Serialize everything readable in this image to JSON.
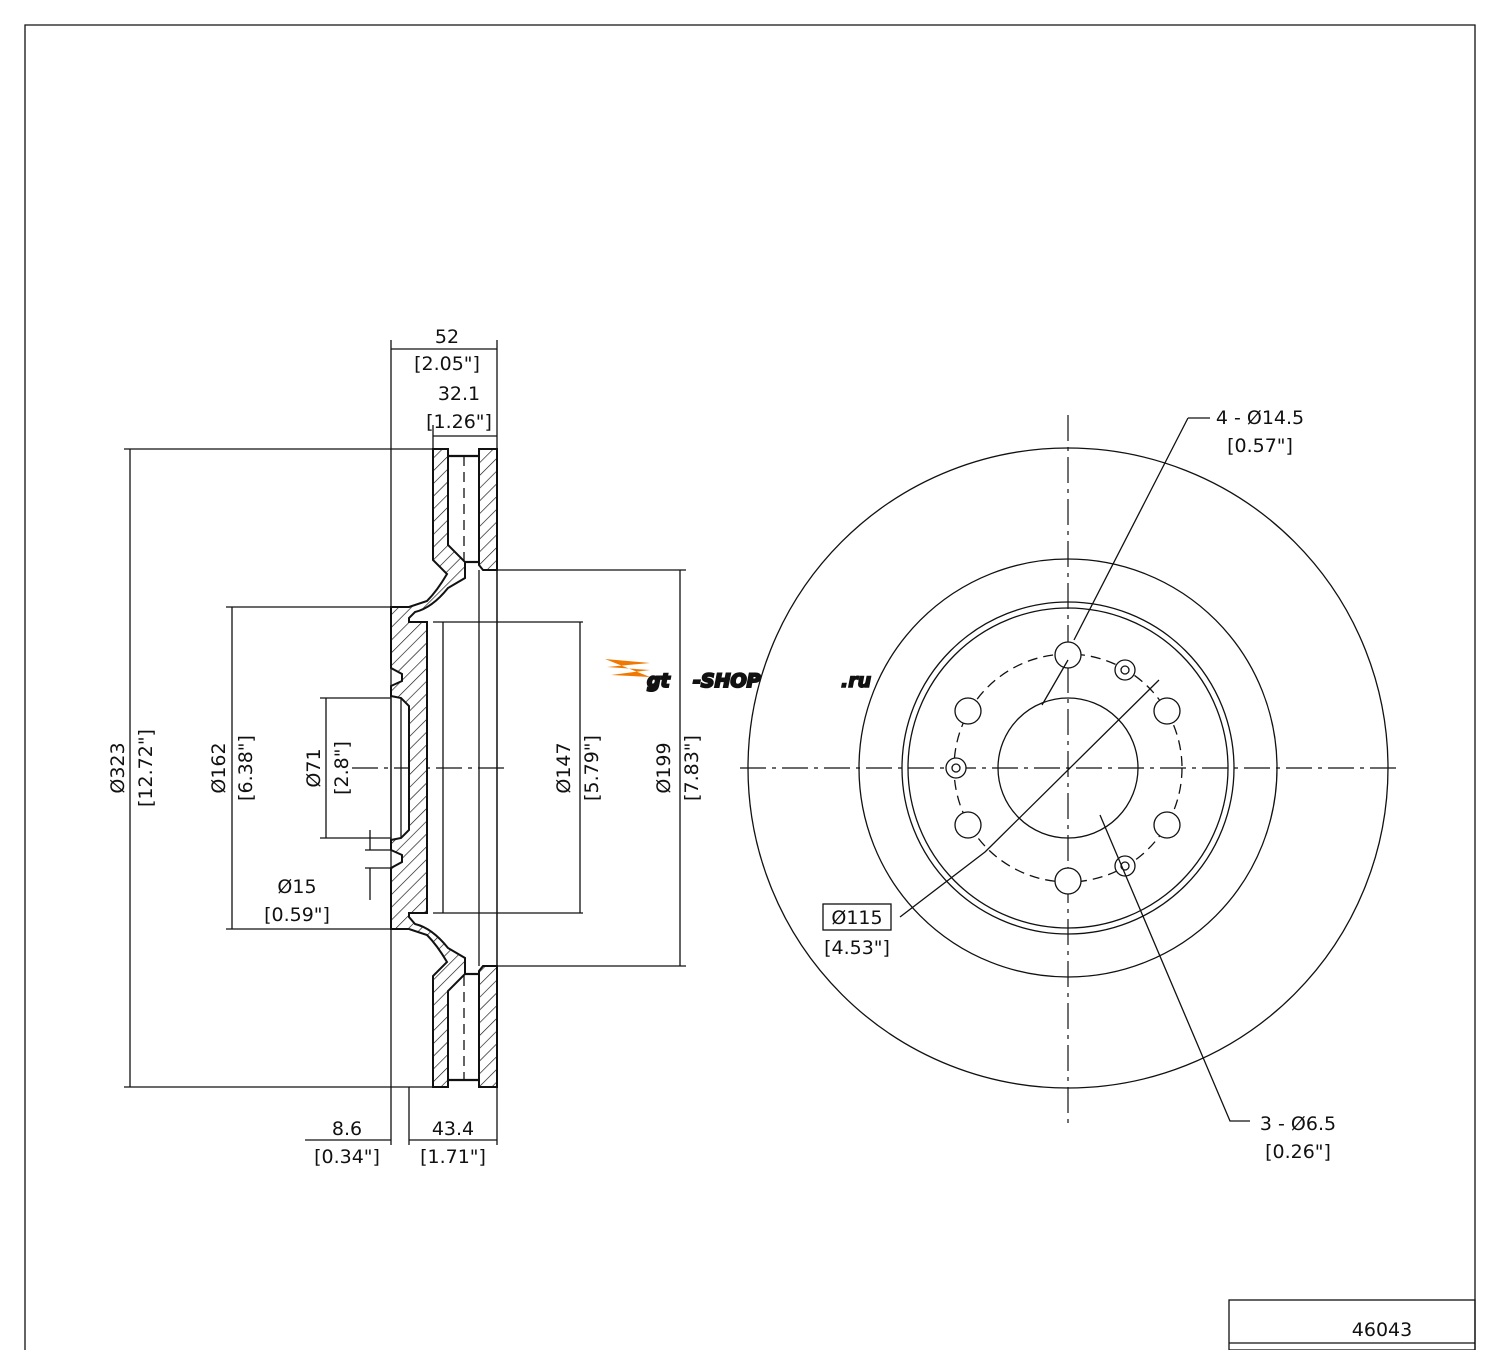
{
  "part_number": "46043",
  "logo_text": "gt-shop.ru",
  "dimensions": {
    "overall_width": {
      "mm": "52",
      "in": "[2.05\"]"
    },
    "disc_thickness": {
      "mm": "32.1",
      "in": "[1.26\"]"
    },
    "outer_diameter": {
      "mm": "Ø323",
      "in": "[12.72\"]"
    },
    "hat_diameter": {
      "mm": "Ø162",
      "in": "[6.38\"]"
    },
    "center_bore": {
      "mm": "Ø71",
      "in": "[2.8\"]"
    },
    "pilot_hole": {
      "mm": "Ø15",
      "in": "[0.59\"]"
    },
    "inner_hat_diameter": {
      "mm": "Ø147",
      "in": "[5.79\"]"
    },
    "friction_inner_diameter": {
      "mm": "Ø199",
      "in": "[7.83\"]"
    },
    "hat_thickness": {
      "mm": "8.6",
      "in": "[0.34\"]"
    },
    "hat_depth": {
      "mm": "43.4",
      "in": "[1.71\"]"
    },
    "bolt_holes": {
      "mm": "4 - Ø14.5",
      "in": "[0.57\"]"
    },
    "small_holes": {
      "mm": "3 - Ø6.5",
      "in": "[0.26\"]"
    },
    "bolt_circle": {
      "mm": "Ø115",
      "in": "[4.53\"]"
    }
  }
}
